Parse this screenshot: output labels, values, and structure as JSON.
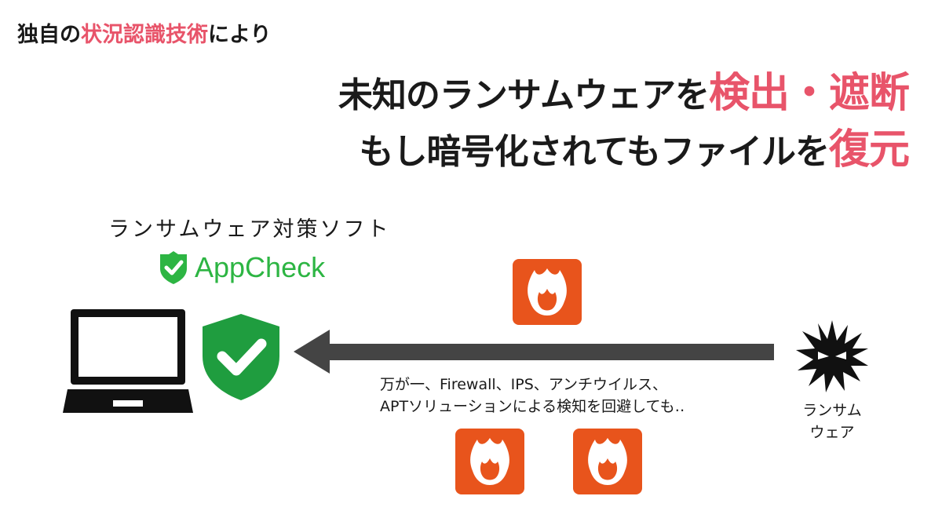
{
  "subtitle": {
    "prefix": "独自の",
    "highlight": "状況認識技術",
    "suffix": "により"
  },
  "headline": {
    "line1_text": "未知のランサムウェアを",
    "line1_highlight": "検出・遮断",
    "line2_text": "もし暗号化されてもファイルを",
    "line2_highlight": "復元"
  },
  "product": {
    "label": "ランサムウェア対策ソフト",
    "logo_text": "AppCheck"
  },
  "diagram": {
    "note_line1": "万が一、Firewall、IPS、アンチウイルス、",
    "note_line2": "APTソリューションによる検知を回避しても‥",
    "malware_label_line1": "ランサム",
    "malware_label_line2": "ウェア"
  },
  "icons": {
    "laptop": "laptop-icon",
    "shield": "shield-check-icon",
    "logo": "appcheck-logo-icon",
    "fire": "flame-icon",
    "malware": "ransomware-spiky-icon",
    "arrow": "arrow-left-icon"
  },
  "colors": {
    "highlight": "#e8546a",
    "brand_green": "#2db543",
    "shield_green": "#1f9d3f",
    "fire_orange": "#e8541c",
    "arrow_gray": "#444444",
    "text": "#1a1a1a"
  }
}
